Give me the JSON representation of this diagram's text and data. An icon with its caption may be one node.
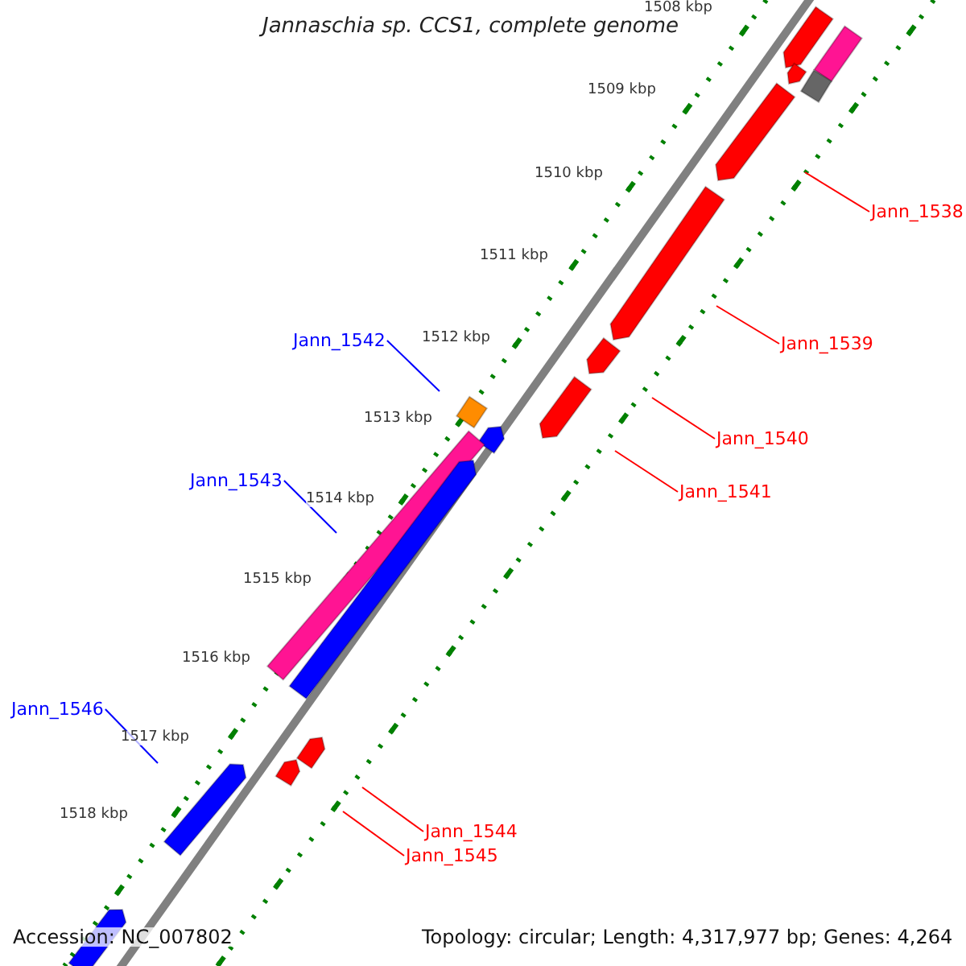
{
  "diagram": {
    "title": "Jannaschia sp. CCS1, complete genome",
    "nodes": [
      {
        "text": [
          "Jann_1538"
        ]
      },
      {
        "text": [
          "Jann_1539"
        ]
      },
      {
        "text": [
          "Jann_1540"
        ]
      },
      {
        "text": [
          "Jann_1541"
        ]
      },
      {
        "text": [
          "Jann_1542"
        ]
      },
      {
        "text": [
          "Jann_1543"
        ]
      },
      {
        "text": [
          "Jann_1546"
        ]
      },
      {
        "text": [
          "Jann_1544"
        ]
      },
      {
        "text": [
          "Jann_1545"
        ]
      }
    ],
    "edges": [
      {
        "from": 0,
        "to": null,
        "arrow": "none"
      },
      {
        "from": 1,
        "to": null,
        "arrow": "none"
      },
      {
        "from": 2,
        "to": null,
        "arrow": "none"
      },
      {
        "from": 3,
        "to": null,
        "arrow": "none"
      },
      {
        "from": 4,
        "to": null,
        "arrow": "none",
        "color": "#0000ff"
      },
      {
        "from": 5,
        "to": null,
        "arrow": "none",
        "color": "#0000ff"
      },
      {
        "from": 6,
        "to": null,
        "arrow": "none",
        "color": "#0000ff"
      },
      {
        "from": 7,
        "to": null,
        "arrow": "none"
      },
      {
        "from": 8,
        "to": null,
        "arrow": "none"
      }
    ],
    "labels": [
      "1508 kbp",
      "1509 kbp",
      "1510 kbp",
      "1511 kbp",
      "1512 kbp",
      "1513 kbp",
      "1514 kbp",
      "1515 kbp",
      "1516 kbp",
      "1517 kbp",
      "1518 kbp",
      "Accession: NC_007802",
      "Topology: circular; Length: 4,317,977 bp; Genes: 4,264"
    ]
  }
}
